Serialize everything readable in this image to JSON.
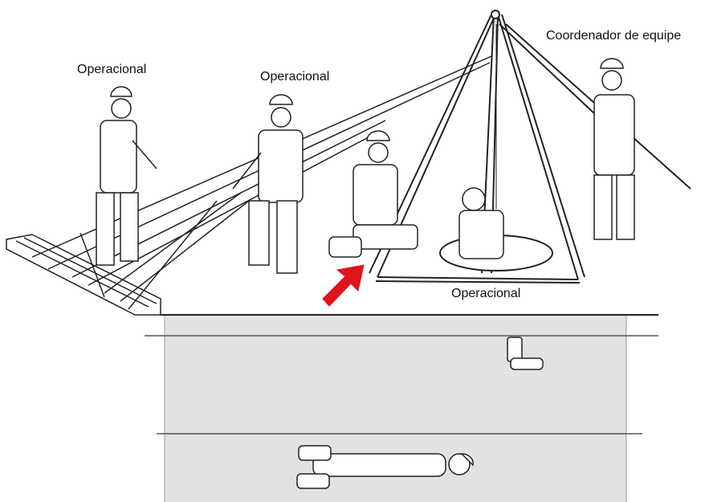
{
  "labels": {
    "operator_left": "Operacional",
    "operator_middle": "Operacional",
    "operator_tripod": "Operacional",
    "team_coordinator": "Coordenador de equipe"
  },
  "colors": {
    "arrow": "#e0141c",
    "shaft_fill": "#e2e2e2",
    "line": "#222222"
  }
}
